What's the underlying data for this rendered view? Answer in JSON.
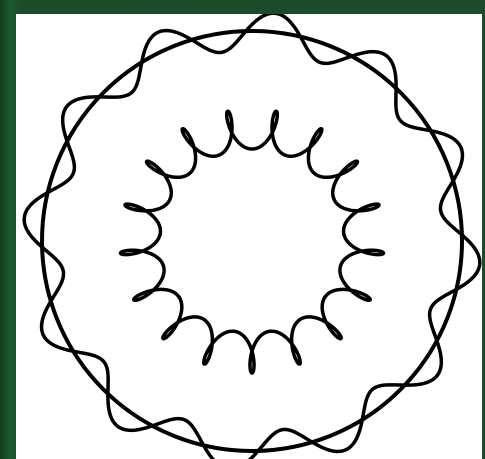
{
  "figure": {
    "outer_ring": {
      "reference_circle": true,
      "wave_cycles": 12,
      "relative_amplitude": 0.09
    },
    "inner_ring": {
      "loop_count": 17,
      "style": "coiled loops"
    },
    "colors": {
      "background": "#1e4a2c",
      "panel": "#ffffff",
      "stroke": "#000000"
    }
  }
}
